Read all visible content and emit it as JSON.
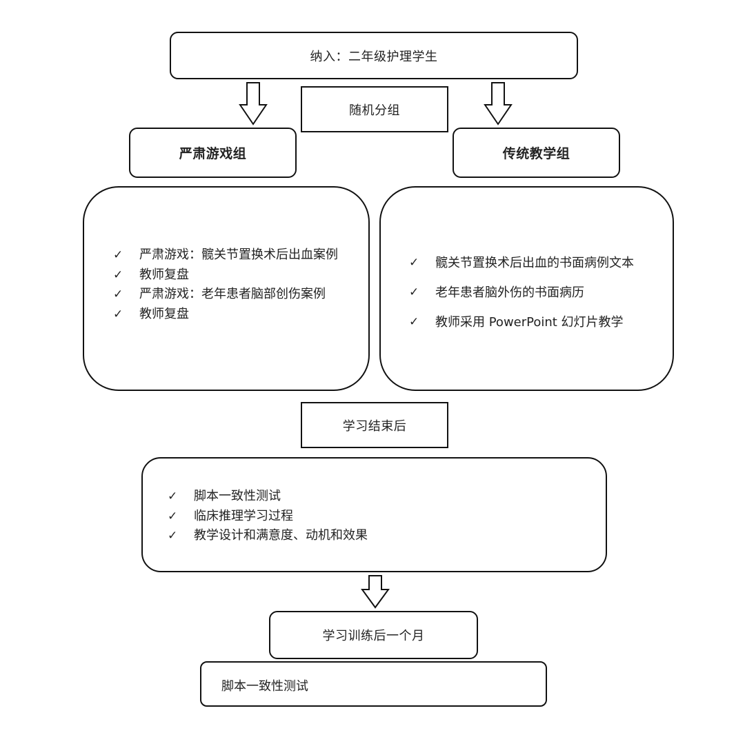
{
  "inclusion": "纳入：二年级护理学生",
  "randomization": "随机分组",
  "groups": {
    "serious_game": {
      "title": "严肃游戏组",
      "items": [
        "严肃游戏：髋关节置换术后出血案例",
        "教师复盘",
        "严肃游戏：老年患者脑部创伤案例",
        "教师复盘"
      ]
    },
    "traditional": {
      "title": "传统教学组",
      "items": [
        "髋关节置换术后出血的书面病例文本",
        "老年患者脑外伤的书面病历",
        "教师采用 PowerPoint 幻灯片教学"
      ]
    }
  },
  "after_learning": {
    "title": "学习结束后",
    "items": [
      "脚本一致性测试",
      "临床推理学习过程",
      "教学设计和满意度、动机和效果"
    ]
  },
  "one_month": {
    "title": "学习训练后一个月",
    "item": "脚本一致性测试"
  },
  "check_symbol": "✓"
}
